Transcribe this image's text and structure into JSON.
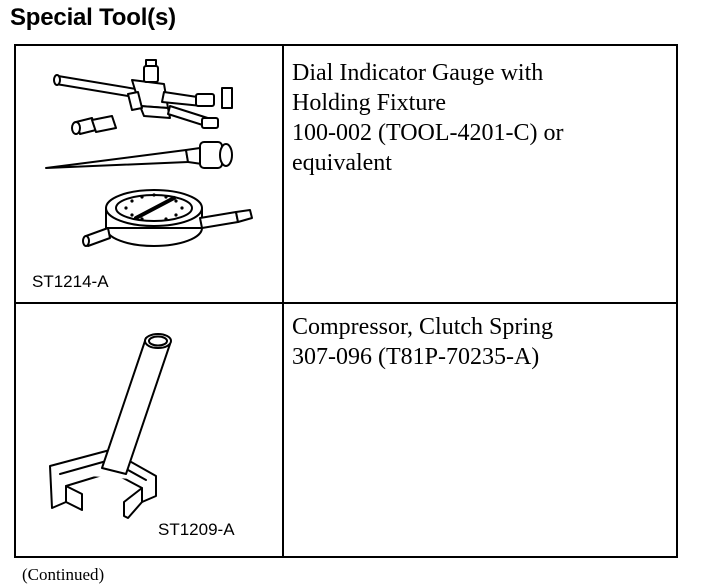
{
  "page": {
    "heading": "Special Tool(s)",
    "footer": "(Continued)"
  },
  "tools": [
    {
      "figure_label": "ST1214-A",
      "lines": [
        "Dial Indicator Gauge with",
        "Holding Fixture",
        "100-002 (TOOL-4201-C) or",
        "equivalent"
      ]
    },
    {
      "figure_label": "ST1209-A",
      "lines": [
        "Compressor, Clutch Spring",
        "307-096 (T81P-70235-A)"
      ]
    }
  ]
}
